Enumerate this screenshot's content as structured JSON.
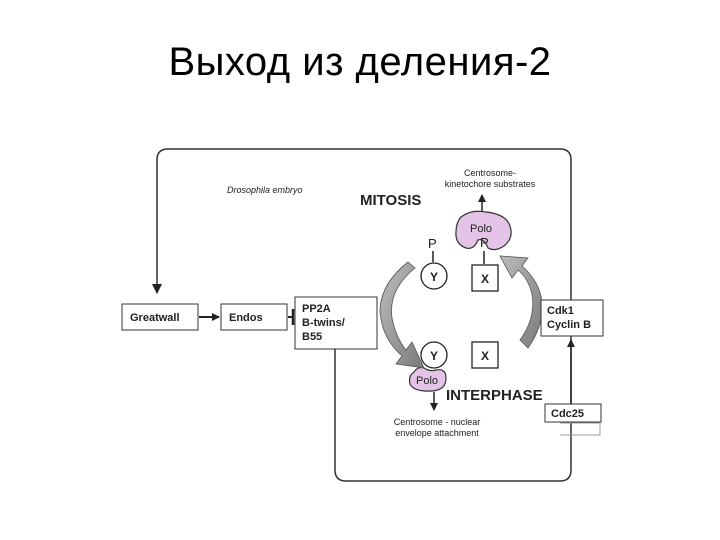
{
  "title": "Выход из деления-2",
  "diagram": {
    "organism_note": "Drosophila embryo",
    "phase_top": "MITOSIS",
    "phase_bottom": "INTERPHASE",
    "top_substrates_line1": "Centrosome-",
    "top_substrates_line2": "kinetochore substrates",
    "bottom_substrates_line1": "Centrosome - nuclear",
    "bottom_substrates_line2": "envelope attachment",
    "polo": "Polo",
    "phospho": "P",
    "site_y": "Y",
    "site_x": "X",
    "box_greatwall": "Greatwall",
    "box_endos": "Endos",
    "box_pp2a_line1": "PP2A",
    "box_pp2a_line2": "B-twins/",
    "box_pp2a_line3": "B55",
    "box_cdk_line1": "Cdk1",
    "box_cdk_line2": "Cyclin B",
    "box_cdc25": "Cdc25"
  }
}
